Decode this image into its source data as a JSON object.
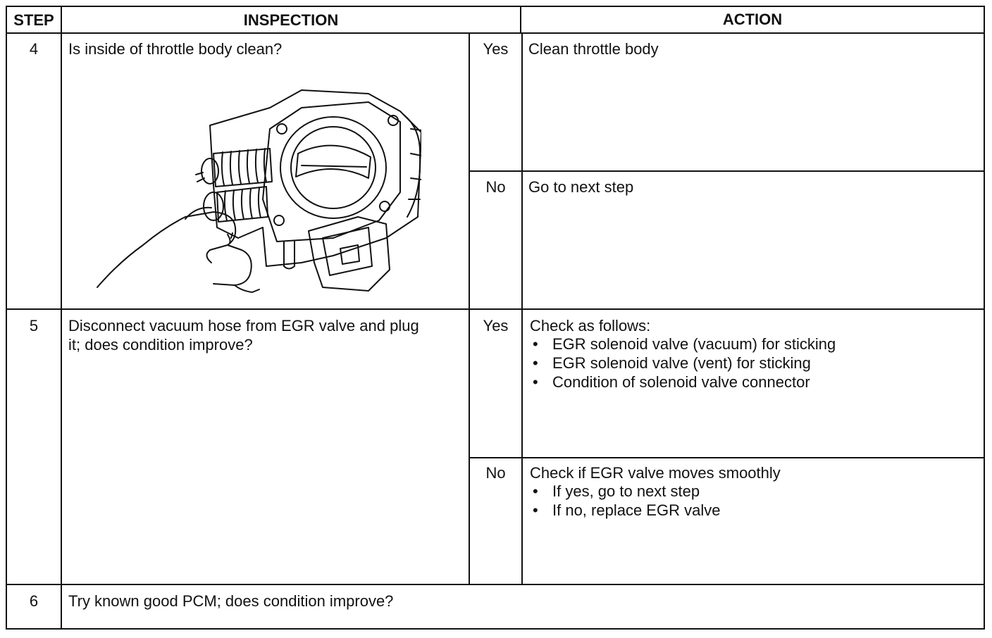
{
  "headers": {
    "step": "STEP",
    "inspection": "INSPECTION",
    "action": "ACTION"
  },
  "rows": [
    {
      "step": "4",
      "inspection": "Is inside of throttle body clean?",
      "illustration_icon": "throttle-body-illustration",
      "yes_label": "Yes",
      "yes_action": "Clean throttle body",
      "no_label": "No",
      "no_action": "Go to next step"
    },
    {
      "step": "5",
      "inspection_line1": "Disconnect vacuum hose from EGR valve and plug",
      "inspection_line2": "it; does condition improve?",
      "yes_label": "Yes",
      "yes_action_intro": "Check as follows:",
      "yes_bullets": [
        "EGR solenoid valve (vacuum) for sticking",
        "EGR solenoid valve (vent) for sticking",
        "Condition of solenoid valve connector"
      ],
      "no_label": "No",
      "no_action_intro": "Check if EGR valve moves smoothly",
      "no_bullets": [
        "If yes, go to next step",
        "If no, replace EGR valve"
      ]
    },
    {
      "step": "6",
      "inspection": "Try known good PCM; does condition improve?"
    }
  ]
}
